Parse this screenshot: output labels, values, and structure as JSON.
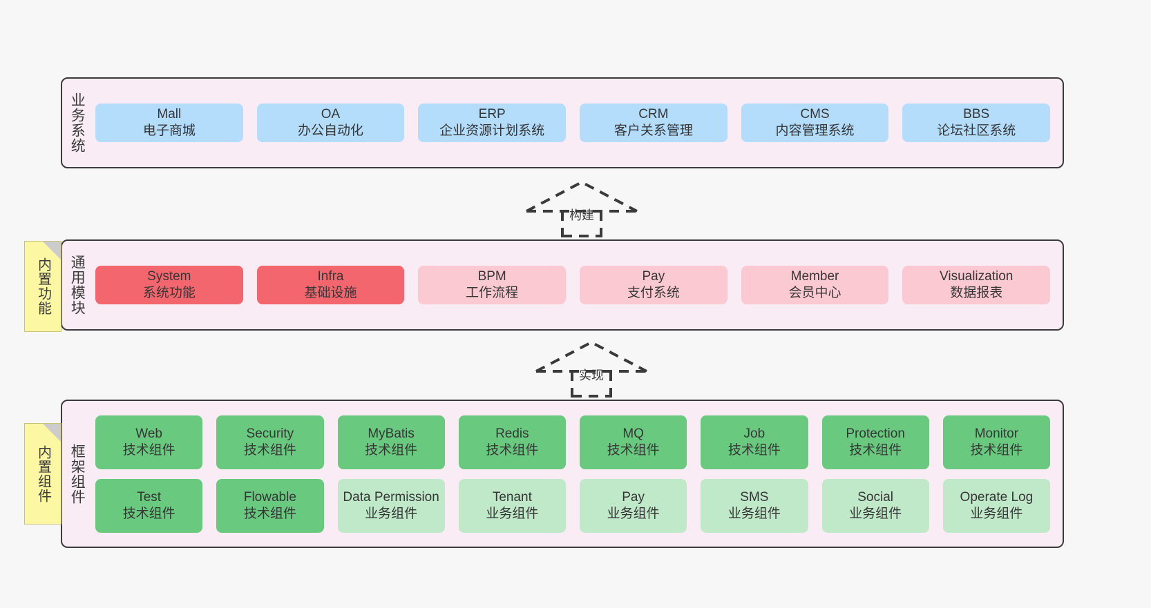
{
  "diagram": {
    "title": "系统架构图",
    "colors": {
      "canvas": "#f7f7f7",
      "layer_bg": "#f9ecf4",
      "layer_border": "#3a3a3a",
      "blue": "#b3ddfb",
      "red": "#f4666e",
      "pink": "#fbc9d1",
      "green": "#68c97f",
      "light_green": "#c0e9c9",
      "note_yellow": "#fcf7a3",
      "note_fold": "#cccccc"
    }
  },
  "layers": [
    {
      "id": "business-system",
      "caption": "业务系统",
      "rows": [
        {
          "items": [
            {
              "en": "Mall",
              "cn": "电子商城",
              "style": "blue"
            },
            {
              "en": "OA",
              "cn": "办公自动化",
              "style": "blue"
            },
            {
              "en": "ERP",
              "cn": "企业资源计划系统",
              "style": "blue"
            },
            {
              "en": "CRM",
              "cn": "客户关系管理",
              "style": "blue"
            },
            {
              "en": "CMS",
              "cn": "内容管理系统",
              "style": "blue"
            },
            {
              "en": "BBS",
              "cn": "论坛社区系统",
              "style": "blue"
            }
          ]
        }
      ]
    },
    {
      "id": "common-modules",
      "caption": "通用模块",
      "rows": [
        {
          "items": [
            {
              "en": "System",
              "cn": "系统功能",
              "style": "red"
            },
            {
              "en": "Infra",
              "cn": "基础设施",
              "style": "red"
            },
            {
              "en": "BPM",
              "cn": "工作流程",
              "style": "pink"
            },
            {
              "en": "Pay",
              "cn": "支付系统",
              "style": "pink"
            },
            {
              "en": "Member",
              "cn": "会员中心",
              "style": "pink"
            },
            {
              "en": "Visualization",
              "cn": "数据报表",
              "style": "pink"
            }
          ]
        }
      ]
    },
    {
      "id": "framework-components",
      "caption": "框架组件",
      "rows": [
        {
          "items": [
            {
              "en": "Web",
              "cn": "技术组件",
              "style": "green"
            },
            {
              "en": "Security",
              "cn": "技术组件",
              "style": "green"
            },
            {
              "en": "MyBatis",
              "cn": "技术组件",
              "style": "green"
            },
            {
              "en": "Redis",
              "cn": "技术组件",
              "style": "green"
            },
            {
              "en": "MQ",
              "cn": "技术组件",
              "style": "green"
            },
            {
              "en": "Job",
              "cn": "技术组件",
              "style": "green"
            },
            {
              "en": "Protection",
              "cn": "技术组件",
              "style": "green"
            },
            {
              "en": "Monitor",
              "cn": "技术组件",
              "style": "green"
            }
          ]
        },
        {
          "items": [
            {
              "en": "Test",
              "cn": "技术组件",
              "style": "green"
            },
            {
              "en": "Flowable",
              "cn": "技术组件",
              "style": "green"
            },
            {
              "en": "Data Permission",
              "cn": "业务组件",
              "style": "lightgreen",
              "wrap": true
            },
            {
              "en": "Tenant",
              "cn": "业务组件",
              "style": "lightgreen"
            },
            {
              "en": "Pay",
              "cn": "业务组件",
              "style": "lightgreen"
            },
            {
              "en": "SMS",
              "cn": "业务组件",
              "style": "lightgreen"
            },
            {
              "en": "Social",
              "cn": "业务组件",
              "style": "lightgreen"
            },
            {
              "en": "Operate Log",
              "cn": "业务组件",
              "style": "lightgreen"
            }
          ]
        }
      ]
    }
  ],
  "notes": [
    {
      "id": "note-builtin-function",
      "text": "内置功能"
    },
    {
      "id": "note-builtin-component",
      "text": "内置组件"
    }
  ],
  "arrows": [
    {
      "id": "arrow-build",
      "label": "构建",
      "from": "common-modules",
      "to": "business-system"
    },
    {
      "id": "arrow-implement",
      "label": "实现",
      "from": "framework-components",
      "to": "common-modules"
    }
  ]
}
